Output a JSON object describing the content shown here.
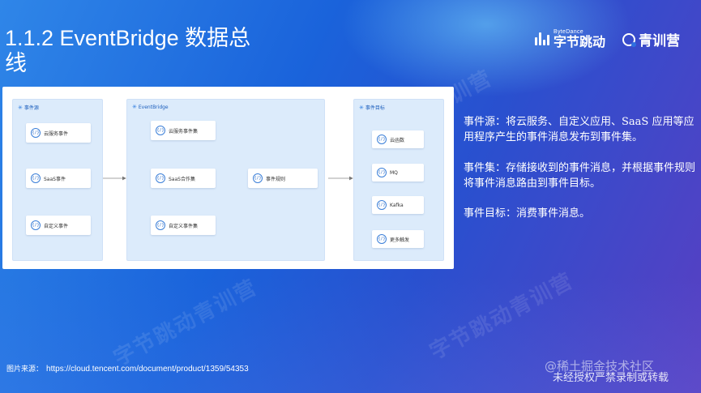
{
  "slide": {
    "title": "1.1.2 EventBridge 数据总线"
  },
  "brands": {
    "bytedance_small": "ByteDance",
    "bytedance_name": "字节跳动",
    "qingxun_name": "青训营"
  },
  "diagram": {
    "groups": {
      "source": "事件源",
      "eventbridge": "EventBridge",
      "target": "事件目标"
    },
    "source_nodes": [
      "云服务事件",
      "SaaS事件",
      "自定义事件"
    ],
    "bus_nodes": [
      "云服务事件集",
      "SaaS合作集",
      "自定义事件集"
    ],
    "rule_node": "事件规则",
    "target_nodes": [
      "云函数",
      "MQ",
      "Kafka",
      "更多触发"
    ],
    "node_icon": "{/}",
    "group_icon": "✳"
  },
  "descriptions": [
    "事件源：将云服务、自定义应用、SaaS 应用等应用程序产生的事件消息发布到事件集。",
    "事件集：存储接收到的事件消息，并根据事件规则将事件消息路由到事件目标。",
    "事件目标：消费事件消息。"
  ],
  "source": {
    "label": "图片来源：",
    "url": "https://cloud.tencent.com/document/product/1359/54353"
  },
  "watermarks": {
    "background": "字节跳动青训营",
    "juejin": "@稀土掘金技术社区",
    "notice": "未经授权严禁录制或转载"
  },
  "colors": {
    "bg_start": "#2f86e8",
    "bg_end": "#5a3fc2",
    "group_fill": "#dcebfb",
    "accent": "#2b6cc6"
  }
}
